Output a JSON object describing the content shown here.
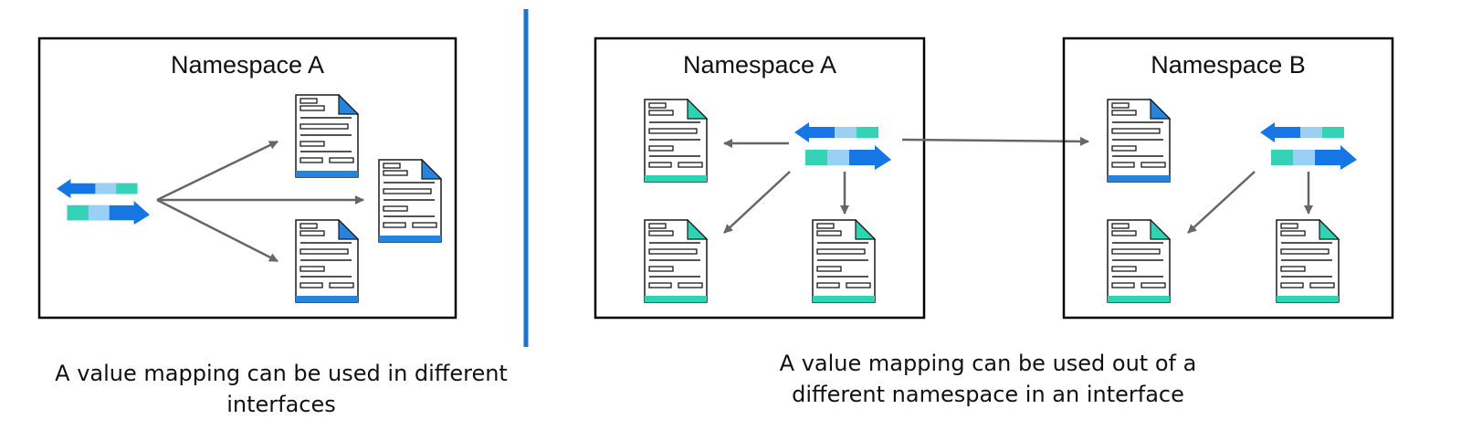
{
  "panels": [
    {
      "title": "Namespace A"
    },
    {
      "title": "Namespace A"
    },
    {
      "title": "Namespace B"
    }
  ],
  "captions": {
    "left_line1": "A value mapping can be used in different",
    "left_line2": "interfaces",
    "right_line1": "A value mapping can be used out of a",
    "right_line2": "different namespace in an interface"
  },
  "colors": {
    "frame": "#000000",
    "divider": "#1f73c8",
    "arrow": "#666666",
    "doc_blue": "#2584de",
    "doc_teal": "#2ed3b4",
    "map_dark": "#1676e4",
    "map_light": "#9ad0f3",
    "map_teal": "#35d2b6"
  },
  "icons": {
    "document": "document-icon",
    "value_mapping": "value-mapping-icon"
  }
}
